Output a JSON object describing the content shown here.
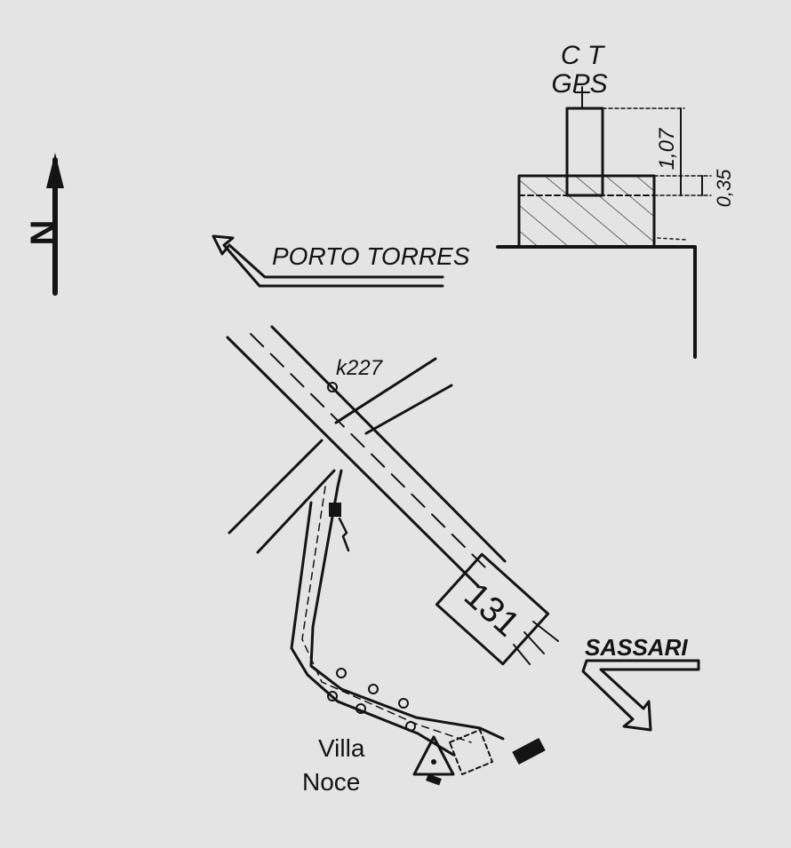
{
  "north_arrow": {
    "letter": "N"
  },
  "benchmark": {
    "label_top": "C T",
    "label_bottom": "GPS",
    "dimension_height": "1,07",
    "dimension_base": "0,35"
  },
  "destinations": {
    "north_west": "PORTO TORRES",
    "south_east": "SASSARI"
  },
  "road": {
    "number": "131",
    "km_marker": "k227"
  },
  "locality": {
    "name_line1": "Villa",
    "name_line2": "Noce"
  },
  "colors": {
    "paper": "#e4e4e4",
    "ink": "#141414"
  }
}
